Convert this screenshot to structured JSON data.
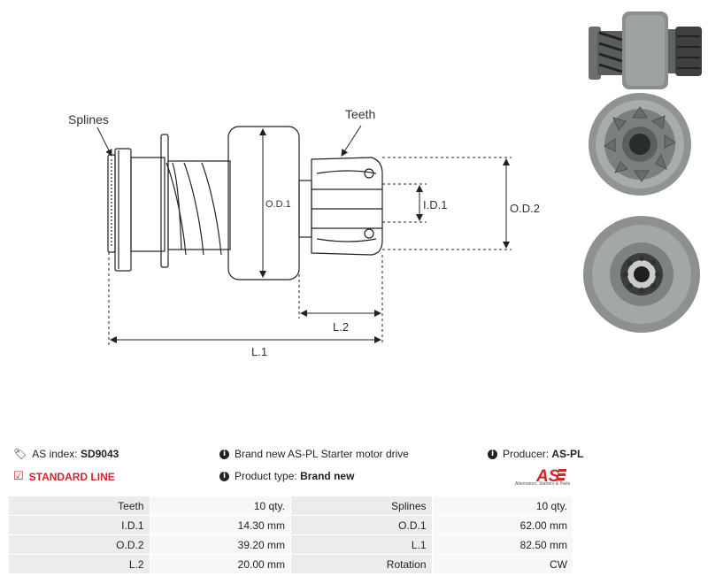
{
  "diagram": {
    "labels": {
      "splines": "Splines",
      "teeth": "Teeth",
      "od1": "O.D.1",
      "id1": "I.D.1",
      "od2": "O.D.2",
      "l2": "L.2",
      "l1": "L.1"
    }
  },
  "info": {
    "as_index_label": "AS index:",
    "as_index_value": "SD9043",
    "standard_line": "STANDARD LINE",
    "description": "Brand new AS-PL Starter motor drive",
    "product_type_label": "Product type:",
    "product_type_value": "Brand new",
    "producer_label": "Producer:",
    "producer_value": "AS-PL",
    "logo_text": "AS",
    "logo_subtext": "Alternators, Starters & Parts"
  },
  "specs": [
    {
      "k1": "Teeth",
      "v1": "10 qty.",
      "k2": "Splines",
      "v2": "10 qty."
    },
    {
      "k1": "I.D.1",
      "v1": "14.30 mm",
      "k2": "O.D.1",
      "v2": "62.00 mm"
    },
    {
      "k1": "O.D.2",
      "v1": "39.20 mm",
      "k2": "L.1",
      "v2": "82.50 mm"
    },
    {
      "k1": "L.2",
      "v1": "20.00 mm",
      "k2": "Rotation",
      "v2": "CW"
    }
  ],
  "colors": {
    "accent_red": "#d4252b",
    "line": "#222222",
    "key_bg": "#ececec",
    "value_bg": "#f7f7f7"
  }
}
